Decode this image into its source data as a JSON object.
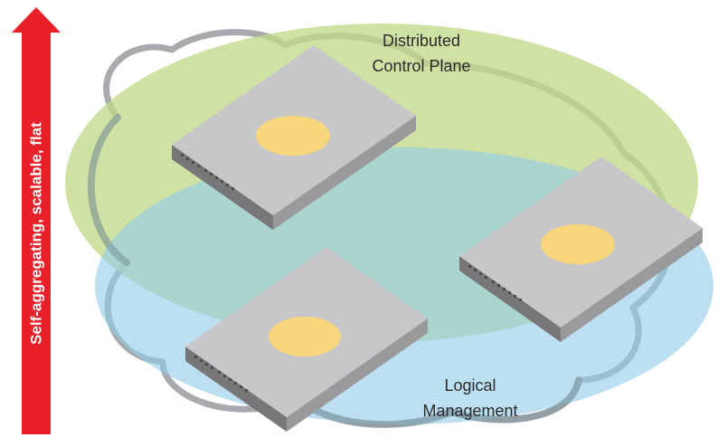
{
  "arrow": {
    "label": "Self-aggregating, scalable, flat",
    "color": "#e8202a"
  },
  "regions": {
    "control_plane": {
      "line1": "Distributed",
      "line2": "Control Plane",
      "color": "#c3d98a"
    },
    "logical_management": {
      "line1": "Logical",
      "line2": "Management",
      "color": "#93cbe8"
    },
    "overlap_color": "#8dc3ac"
  },
  "switches": [
    {
      "id": "switch-top-left",
      "disc_color": "#f7d67c"
    },
    {
      "id": "switch-right",
      "disc_color": "#f7d67c"
    },
    {
      "id": "switch-bottom",
      "disc_color": "#f7d67c"
    }
  ],
  "colors": {
    "switch_top": "#c7c7c9",
    "switch_front": "#77777a",
    "switch_side": "#9a9a9d",
    "cloud_outline": "#a8aaad"
  }
}
